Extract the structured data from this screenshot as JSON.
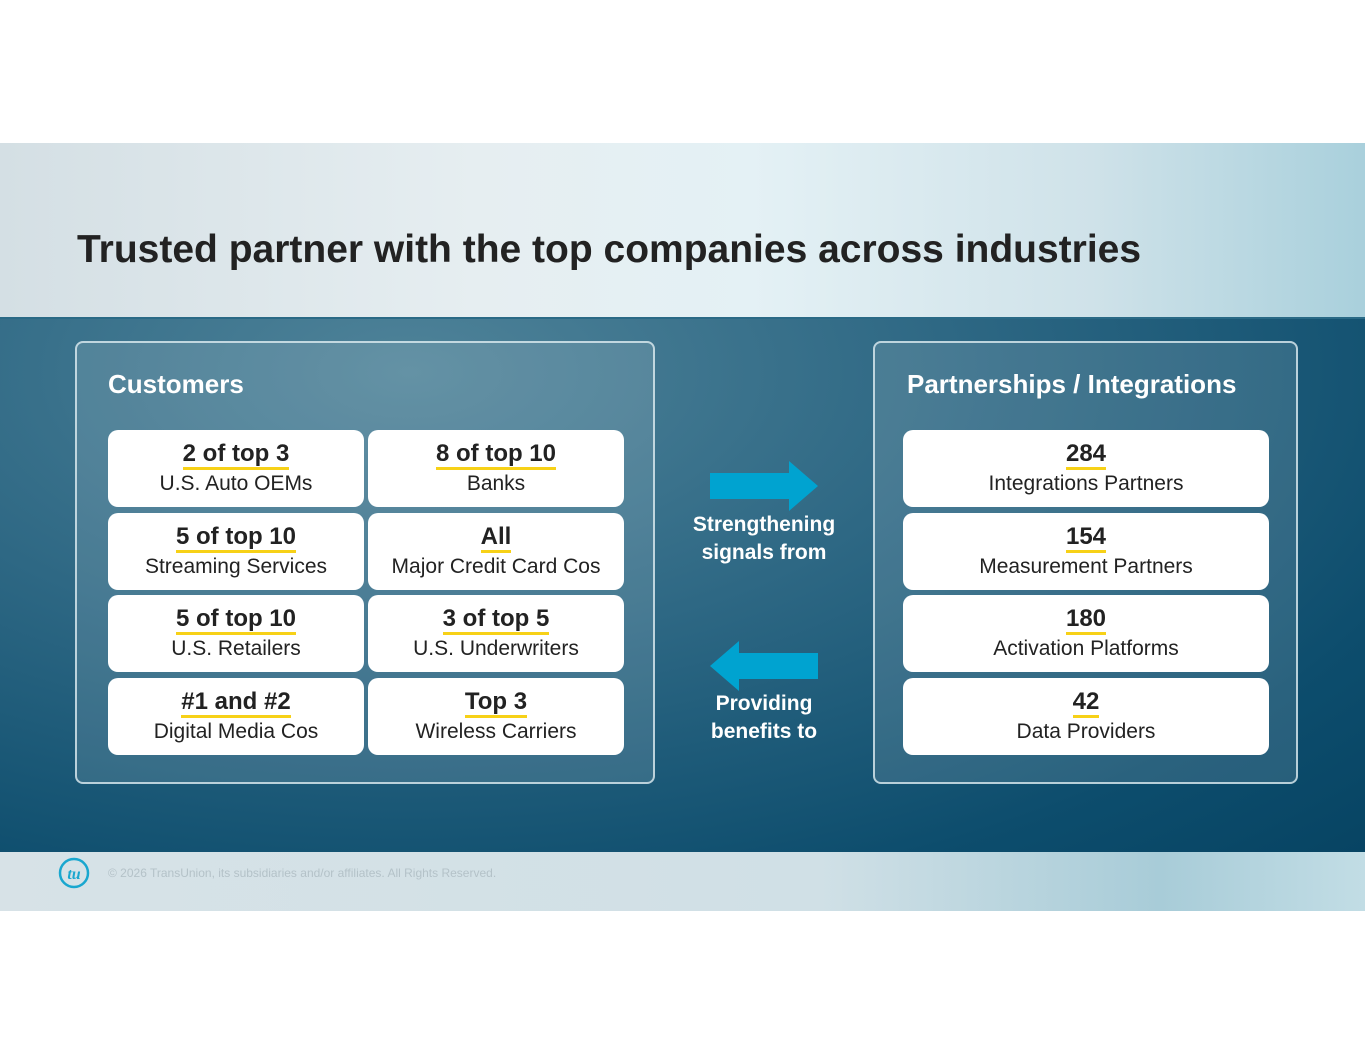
{
  "title": "Trusted partner with the top companies across industries",
  "customers": {
    "title": "Customers",
    "cards": [
      {
        "big": "2 of top 3",
        "sub": "U.S. Auto OEMs"
      },
      {
        "big": "8 of top 10",
        "sub": "Banks"
      },
      {
        "big": "5 of top 10",
        "sub": "Streaming Services"
      },
      {
        "big": "All",
        "sub": "Major Credit Card Cos"
      },
      {
        "big": "5 of top 10",
        "sub": "U.S. Retailers"
      },
      {
        "big": "3 of top 5",
        "sub": "U.S. Underwriters"
      },
      {
        "big": "#1 and #2",
        "sub": "Digital Media Cos"
      },
      {
        "big": "Top 3",
        "sub": "Wireless Carriers"
      }
    ]
  },
  "partners": {
    "title": "Partnerships / Integrations",
    "cards": [
      {
        "big": "284",
        "sub": "Integrations Partners"
      },
      {
        "big": "154",
        "sub": "Measurement Partners"
      },
      {
        "big": "180",
        "sub": "Activation Platforms"
      },
      {
        "big": "42",
        "sub": "Data Providers"
      }
    ]
  },
  "arrows": {
    "right_line1": "Strengthening",
    "right_line2": "signals from",
    "left_line1": "Providing",
    "left_line2": "benefits to",
    "color": "#00a3d0"
  },
  "footer": {
    "copyright": "© 2026 TransUnion, its subsidiaries and/or affiliates. All Rights Reserved.",
    "logo_text": "tu"
  }
}
